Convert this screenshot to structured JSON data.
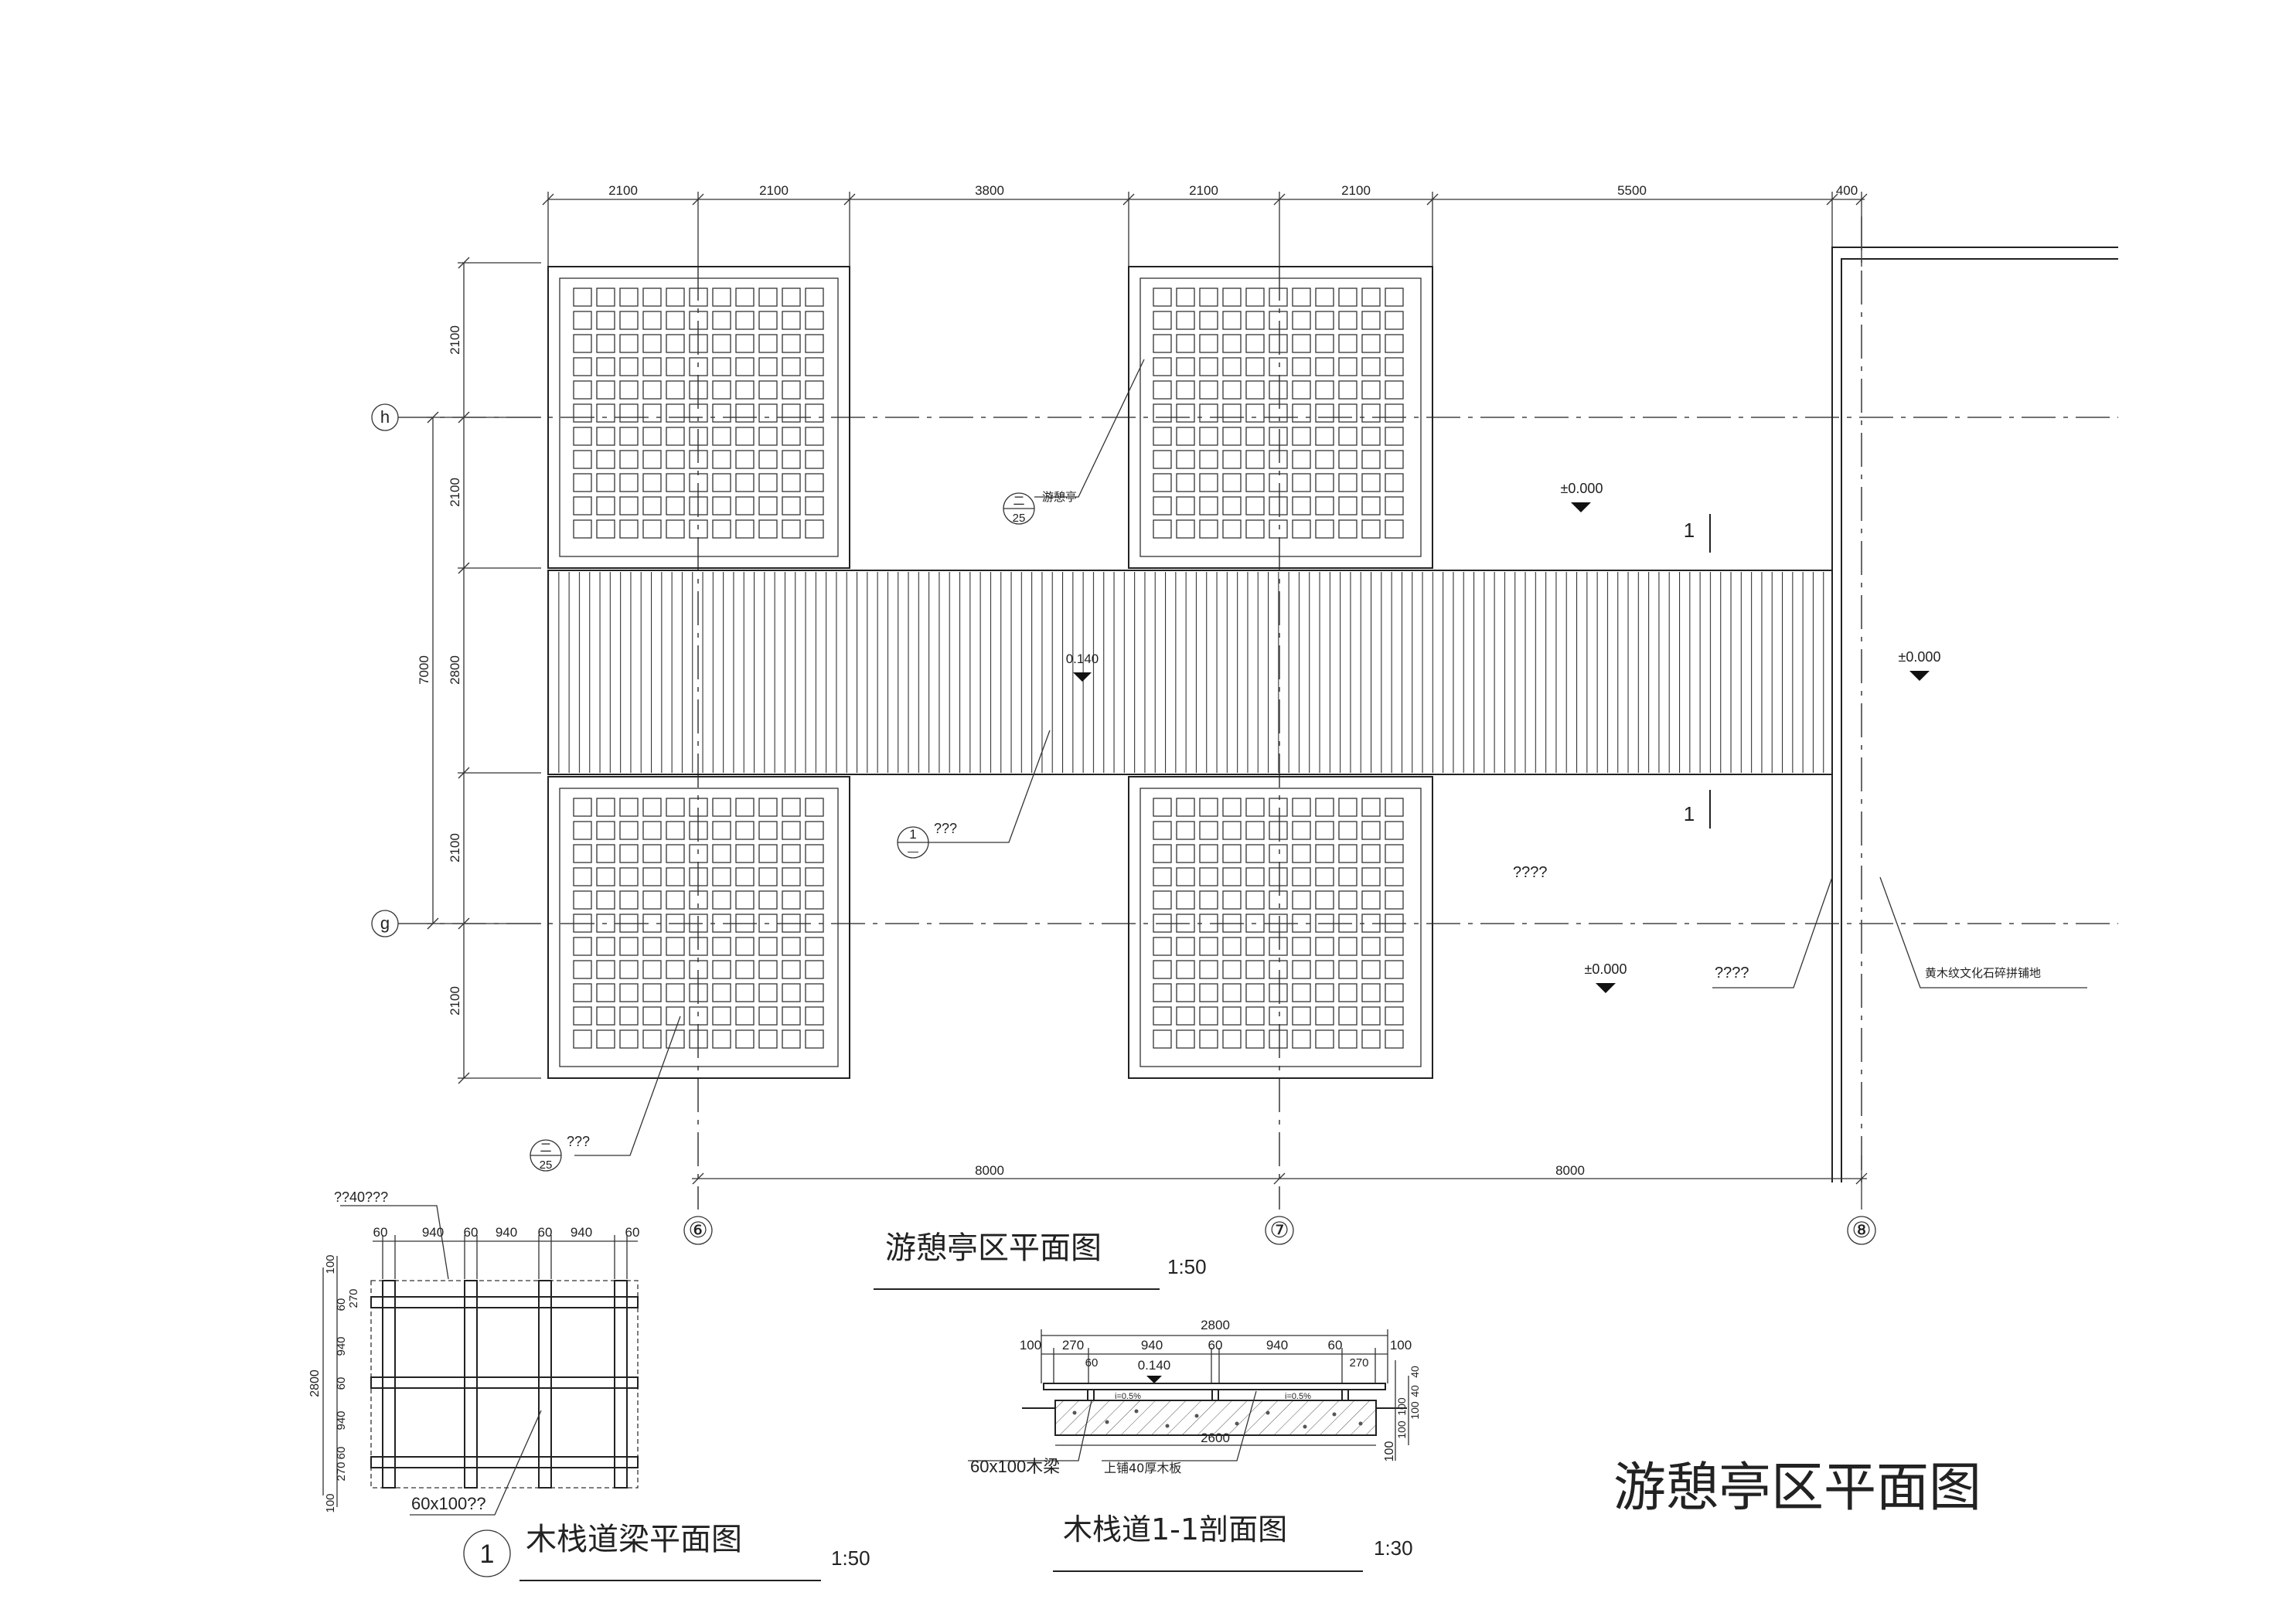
{
  "plan": {
    "title": "游憩亭区平面图",
    "scale": "1:50",
    "dims_top": [
      "2100",
      "2100",
      "3800",
      "2100",
      "2100",
      "5500",
      "400"
    ],
    "dims_left": [
      "2100",
      "2100",
      "2800",
      "2100",
      "2100"
    ],
    "dim_left_total": "7000",
    "dims_bottom": [
      "8000",
      "8000"
    ],
    "axes_vertical": [
      "⑥",
      "⑦",
      "⑧"
    ],
    "axes_horizontal": [
      "h",
      "g"
    ],
    "elev_boardwalk": "0.140",
    "elev_zero": "±0.000",
    "callout_pavilion_label": "游憩亭",
    "callout_pavilion_top": "二",
    "callout_pavilion_bottom": "25",
    "callout_walk_label": "???",
    "callout_walk_num": "1",
    "callout_walk_sub": "—",
    "callout_pav2_label": "???",
    "callout_pav2_top": "二",
    "callout_pav2_bottom": "25",
    "unknown_label": "????",
    "edge_label": "????",
    "paving_label": "黄木纹文化石碎拼铺地",
    "section_mark": "1"
  },
  "beam_plan": {
    "title": "木栈道梁平面图",
    "scale": "1:50",
    "callout_num": "1",
    "top_label": "??40???",
    "beam_label": "60x100??",
    "dims_top": [
      "60",
      "940",
      "60",
      "940",
      "60",
      "940",
      "60"
    ],
    "dims_left": [
      "100",
      "60",
      "270",
      "940",
      "60",
      "940",
      "60",
      "270",
      "100"
    ],
    "dim_left_total": "2800"
  },
  "section": {
    "title": "木栈道1-1剖面图",
    "scale": "1:30",
    "total": "2800",
    "dims_top": [
      "100",
      "270",
      "940",
      "60",
      "940",
      "60",
      "270",
      "100"
    ],
    "sub_dims": [
      "60"
    ],
    "elev": "0.140",
    "slope_left": "i=0.5%",
    "slope_right": "i=0.5%",
    "inner": "2600",
    "label_joist": "60x100木梁",
    "label_board": "上铺40厚木板",
    "dims_right": [
      "40",
      "100",
      "100",
      "40",
      "100"
    ],
    "dim_right_bottom": "100"
  },
  "main_title": "游憩亭区平面图"
}
